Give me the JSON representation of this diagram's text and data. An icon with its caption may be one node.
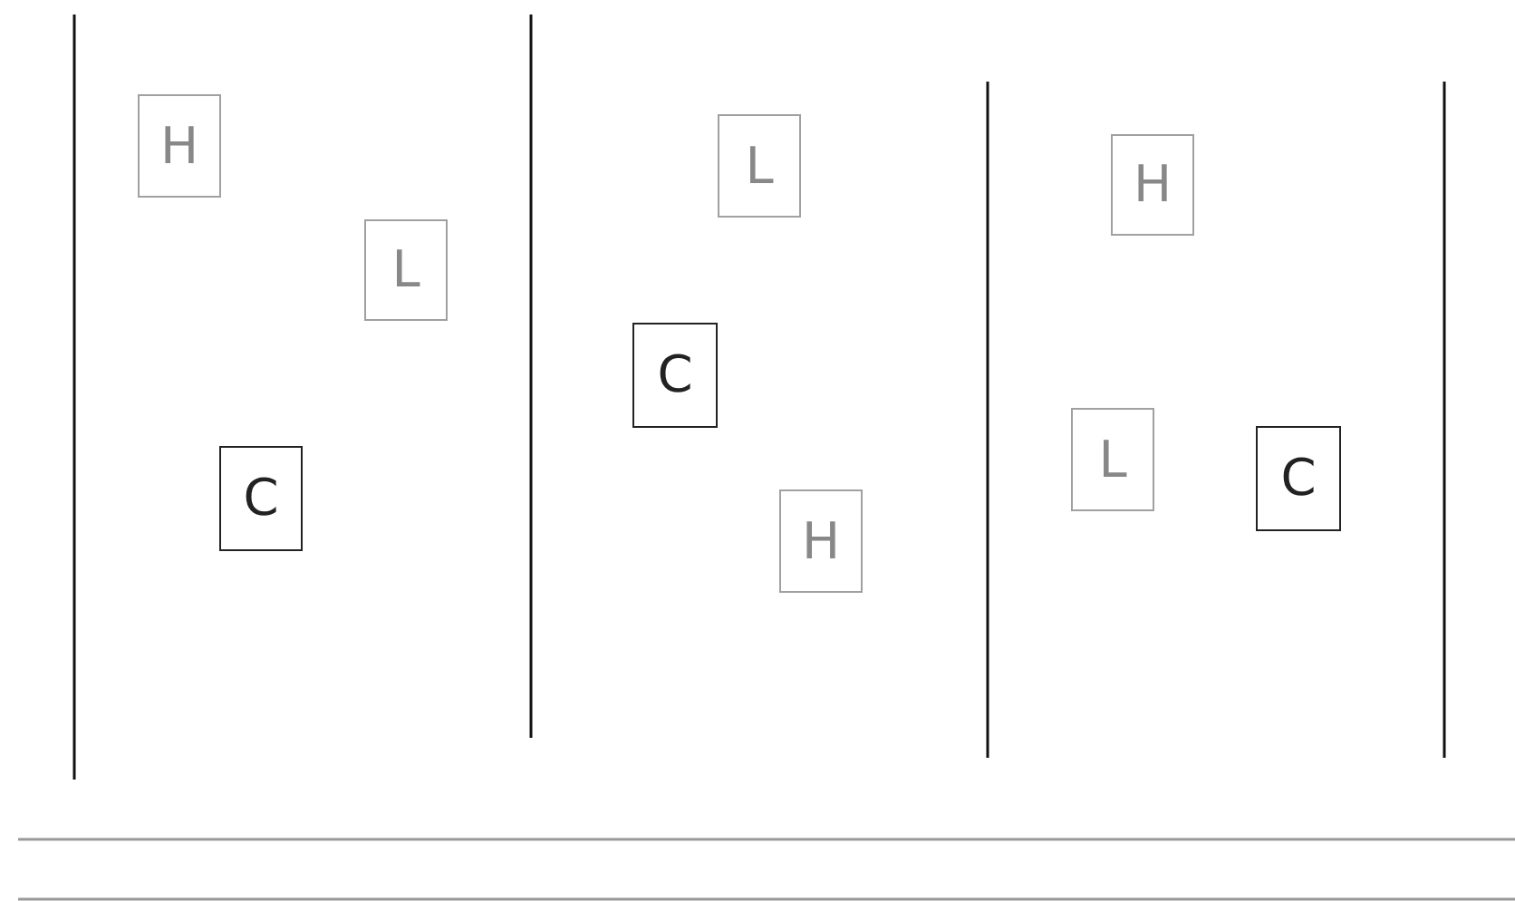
{
  "diagram": {
    "nodes": [
      {
        "text": [
          "H"
        ]
      },
      {
        "text": [
          "L"
        ]
      },
      {
        "text": [
          "C"
        ]
      },
      {
        "text": [
          "L"
        ]
      },
      {
        "text": [
          "C"
        ]
      },
      {
        "text": [
          "H"
        ]
      },
      {
        "text": [
          "H"
        ]
      },
      {
        "text": [
          "L"
        ]
      },
      {
        "text": [
          "C"
        ]
      }
    ]
  }
}
